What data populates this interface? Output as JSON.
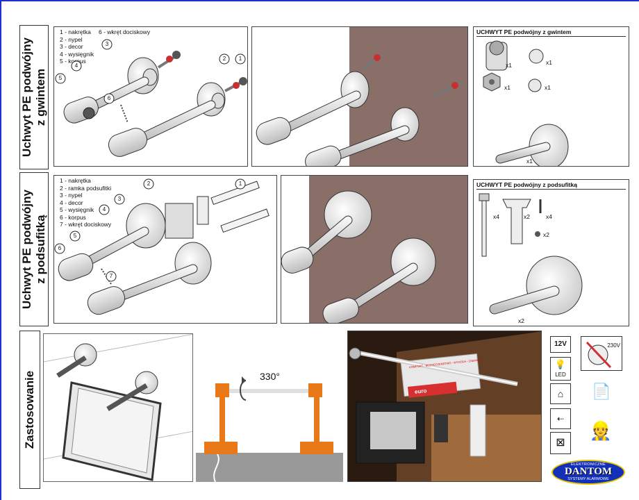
{
  "sections": {
    "threaded": {
      "title_line1": "Uchwyt PE podwójny",
      "title_line2": "z gwintem",
      "legend": [
        "1 - nakrętka",
        "2 - nypel",
        "3 - decor",
        "4 - wysięgnik",
        "5 - korpus"
      ],
      "legend_extra": "6 - wkręt dociskowy",
      "callouts": [
        "3",
        "4",
        "5",
        "6",
        "2",
        "1"
      ],
      "kit": {
        "title": "UCHWYT PE podwójny z gwintem",
        "quantities": [
          "x1",
          "x1",
          "x1",
          "x1",
          "x1"
        ]
      }
    },
    "flush": {
      "title_line1": "Uchwyt PE podwójny",
      "title_line2": "z podsufitką",
      "legend": [
        "1 - nakrętka",
        "2 - ramka podsufitki",
        "3 - nypel",
        "4 - decor",
        "5 - wysięgnik",
        "6 - korpus",
        "7 - wkręt dociskowy"
      ],
      "callouts": [
        "2",
        "1",
        "3",
        "4",
        "5",
        "6",
        "7"
      ],
      "kit": {
        "title": "UCHWYT PE podwójny z podsufitką",
        "quantities": [
          "x4",
          "x2",
          "x4",
          "x2",
          "x2"
        ]
      }
    },
    "usage": {
      "title": "Zastosowanie",
      "rotation": "330°",
      "signs": [
        "KOMFORT - BEZPIECZEŃSTWO - WYGODA - ZABAWA",
        "euro"
      ],
      "icons": {
        "voltage": "12V",
        "led": "LED",
        "no_230v": "230V"
      }
    }
  },
  "logo": {
    "top": "ELEKTRONICZNE",
    "name": "DANTOM",
    "bottom": "SYSTEMY ALARMOWE"
  },
  "colors": {
    "frame": "#1e2fd0",
    "wall": "#8a6e68",
    "orange": "#e87818",
    "logo_blue": "#1230b8",
    "logo_gold": "#e8c200"
  }
}
